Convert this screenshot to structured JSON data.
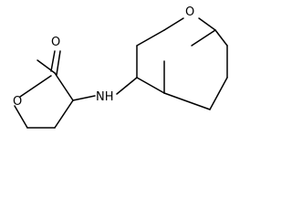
{
  "molecule": {
    "atoms": {
      "lactone_ring_oxygen": "O",
      "carbonyl_oxygen": "O",
      "chroman_ring_oxygen": "O",
      "amine_nitrogen": "NH"
    }
  },
  "colors": {
    "bond": "#000000",
    "label": "#000000",
    "background": "#ffffff"
  }
}
